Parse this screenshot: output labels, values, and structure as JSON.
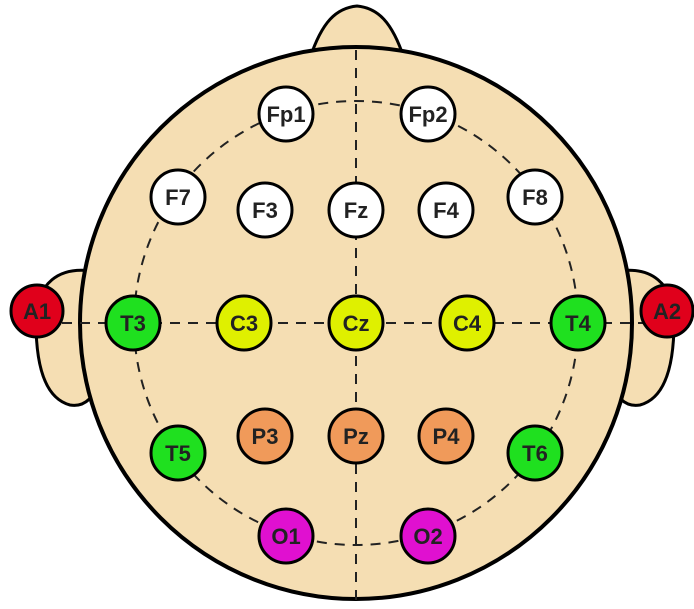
{
  "colors": {
    "skin": "#f5deb3",
    "outline": "#000000",
    "guide_line": "#222222",
    "reference": "#e0001b",
    "frontal": "#ffffff",
    "temporal": "#1fe01f",
    "central": "#dff000",
    "parietal": "#f09a5a",
    "occipital": "#e010d0"
  },
  "electrodes": {
    "fp1": {
      "label": "Fp1",
      "group": "frontal"
    },
    "fp2": {
      "label": "Fp2",
      "group": "frontal"
    },
    "f7": {
      "label": "F7",
      "group": "frontal"
    },
    "f3": {
      "label": "F3",
      "group": "frontal"
    },
    "fz": {
      "label": "Fz",
      "group": "frontal"
    },
    "f4": {
      "label": "F4",
      "group": "frontal"
    },
    "f8": {
      "label": "F8",
      "group": "frontal"
    },
    "a1": {
      "label": "A1",
      "group": "reference"
    },
    "t3": {
      "label": "T3",
      "group": "temporal"
    },
    "c3": {
      "label": "C3",
      "group": "central"
    },
    "cz": {
      "label": "Cz",
      "group": "central"
    },
    "c4": {
      "label": "C4",
      "group": "central"
    },
    "t4": {
      "label": "T4",
      "group": "temporal"
    },
    "a2": {
      "label": "A2",
      "group": "reference"
    },
    "t5": {
      "label": "T5",
      "group": "temporal"
    },
    "p3": {
      "label": "P3",
      "group": "parietal"
    },
    "pz": {
      "label": "Pz",
      "group": "parietal"
    },
    "p4": {
      "label": "P4",
      "group": "parietal"
    },
    "t6": {
      "label": "T6",
      "group": "temporal"
    },
    "o1": {
      "label": "O1",
      "group": "occipital"
    },
    "o2": {
      "label": "O2",
      "group": "occipital"
    }
  }
}
